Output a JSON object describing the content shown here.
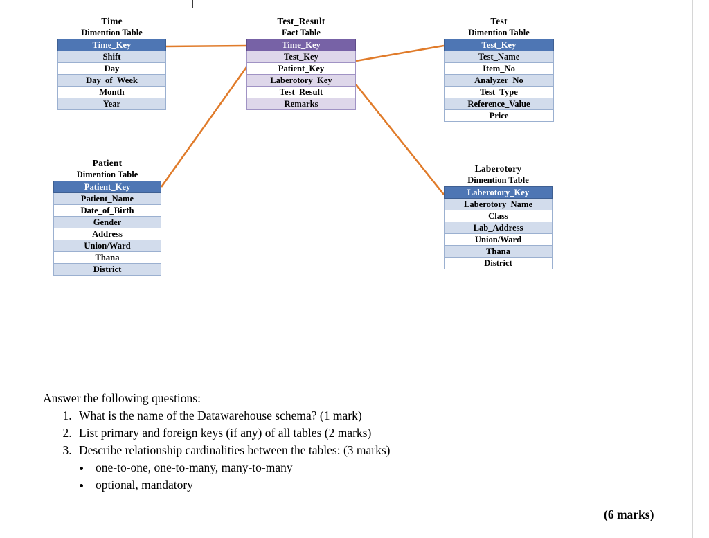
{
  "diagram": {
    "connector_color": "#e07b2a",
    "entities": [
      {
        "id": "time",
        "title": "Time",
        "subtitle": "Dimention Table",
        "kind": "dimension",
        "rows": [
          {
            "label": "Time_Key",
            "style": "hdr"
          },
          {
            "label": "Shift",
            "style": "alt"
          },
          {
            "label": "Day",
            "style": "plain"
          },
          {
            "label": "Day_of_Week",
            "style": "alt"
          },
          {
            "label": "Month",
            "style": "plain"
          },
          {
            "label": "Year",
            "style": "alt"
          }
        ]
      },
      {
        "id": "test_result",
        "title": "Test_Result",
        "subtitle": "Fact Table",
        "kind": "fact",
        "rows": [
          {
            "label": "Time_Key",
            "style": "hdr"
          },
          {
            "label": "Test_Key",
            "style": "alt"
          },
          {
            "label": "Patient_Key",
            "style": "plain"
          },
          {
            "label": "Laberotory_Key",
            "style": "alt"
          },
          {
            "label": "Test_Result",
            "style": "plain"
          },
          {
            "label": "Remarks",
            "style": "alt"
          }
        ]
      },
      {
        "id": "test",
        "title": "Test",
        "subtitle": "Dimention Table",
        "kind": "dimension",
        "rows": [
          {
            "label": "Test_Key",
            "style": "hdr"
          },
          {
            "label": "Test_Name",
            "style": "alt"
          },
          {
            "label": "Item_No",
            "style": "plain"
          },
          {
            "label": "Analyzer_No",
            "style": "alt"
          },
          {
            "label": "Test_Type",
            "style": "plain"
          },
          {
            "label": "Reference_Value",
            "style": "alt"
          },
          {
            "label": "Price",
            "style": "plain"
          }
        ]
      },
      {
        "id": "patient",
        "title": "Patient",
        "subtitle": "Dimention Table",
        "kind": "dimension",
        "rows": [
          {
            "label": "Patient_Key",
            "style": "hdr"
          },
          {
            "label": "Patient_Name",
            "style": "alt"
          },
          {
            "label": "Date_of_Birth",
            "style": "plain"
          },
          {
            "label": "Gender",
            "style": "alt"
          },
          {
            "label": "Address",
            "style": "plain"
          },
          {
            "label": "Union/Ward",
            "style": "alt"
          },
          {
            "label": "Thana",
            "style": "plain"
          },
          {
            "label": "District",
            "style": "alt"
          }
        ]
      },
      {
        "id": "laberotory",
        "title": "Laberotory",
        "subtitle": "Dimention Table",
        "kind": "dimension",
        "rows": [
          {
            "label": "Laberotory_Key",
            "style": "hdr"
          },
          {
            "label": "Laberotory_Name",
            "style": "alt"
          },
          {
            "label": "Class",
            "style": "plain"
          },
          {
            "label": "Lab_Address",
            "style": "alt"
          },
          {
            "label": "Union/Ward",
            "style": "plain"
          },
          {
            "label": "Thana",
            "style": "alt"
          },
          {
            "label": "District",
            "style": "plain"
          }
        ]
      }
    ],
    "relationships": [
      {
        "from": "time.Time_Key",
        "to": "test_result.Time_Key"
      },
      {
        "from": "test_result.Test_Key",
        "to": "test.Test_Key"
      },
      {
        "from": "patient.Patient_Key",
        "to": "test_result.Patient_Key"
      },
      {
        "from": "test_result.Laberotory_Key",
        "to": "laberotory.Laberotory_Key"
      }
    ]
  },
  "questions": {
    "lead": "Answer the following questions:",
    "items": [
      "What is the name of the Datawarehouse schema? (1 mark)",
      "List primary and foreign keys (if any) of all tables (2 marks)",
      "Describe relationship cardinalities between the tables: (3 marks)"
    ],
    "sub_items": [
      "one-to-one, one-to-many, many-to-many",
      "optional, mandatory"
    ]
  },
  "marks_total": "(6 marks)"
}
